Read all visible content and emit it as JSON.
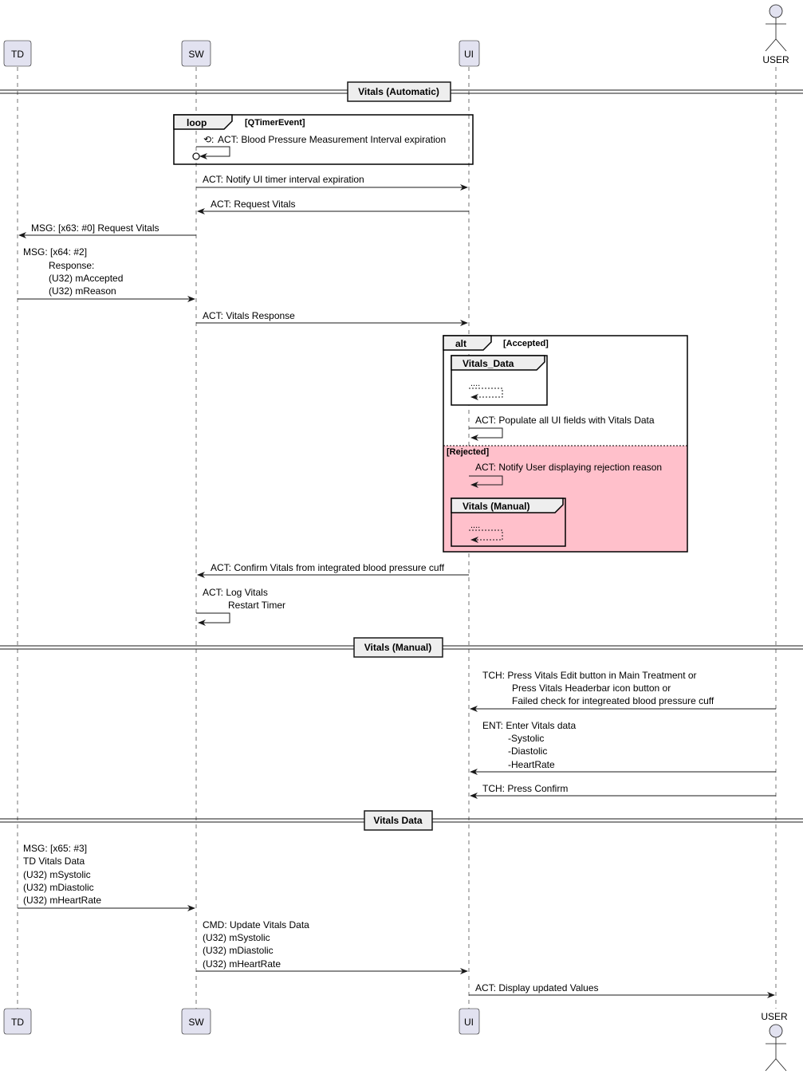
{
  "participants": {
    "td": "TD",
    "sw": "SW",
    "ui": "UI",
    "user": "USER"
  },
  "dividers": {
    "automatic": "Vitals (Automatic)",
    "manual": "Vitals (Manual)",
    "data": "Vitals Data"
  },
  "loop": {
    "keyword": "loop",
    "condition": "[QTimerEvent]",
    "message": "ACT: Blood Pressure Measurement Interval expiration"
  },
  "messages": {
    "m1": "ACT: Notify UI timer interval expiration",
    "m2": "ACT: Request Vitals",
    "m3": "MSG: [x63: #0] Request Vitals",
    "m4": [
      "MSG: [x64: #2]",
      "Response:",
      "(U32)  mAccepted",
      "(U32)  mReason"
    ],
    "m5": "ACT: Vitals Response",
    "m6": "ACT: Populate all UI fields with Vitals Data",
    "m7": "ACT: Notify User displaying rejection reason",
    "m8": "ACT: Confirm Vitals from integrated blood pressure cuff",
    "m9": [
      "ACT: Log Vitals",
      "Restart Timer"
    ],
    "m10": [
      "TCH: Press Vitals Edit button in Main Treatment   or",
      "Press Vitals Headerbar icon button            or",
      "Failed check for integreated blood pressure cuff"
    ],
    "m11": [
      "ENT: Enter Vitals data",
      "-Systolic",
      "-Diastolic",
      "-HeartRate"
    ],
    "m12": "TCH: Press Confirm",
    "m13": [
      "MSG: [x65: #3]",
      "TD Vitals Data",
      "(U32) mSystolic",
      "(U32) mDiastolic",
      "(U32) mHeartRate"
    ],
    "m14": [
      "CMD: Update Vitals Data",
      "(U32) mSystolic",
      "(U32) mDiastolic",
      "(U32) mHeartRate"
    ],
    "m15": "ACT: Display updated Values"
  },
  "alt": {
    "keyword": "alt",
    "accepted": "[Accepted]",
    "rejected": "[Rejected]",
    "ref_data": "Vitals_Data",
    "ref_manual": "Vitals (Manual)",
    "ellipsis": "...."
  },
  "colors": {
    "participant_fill": "#E2E2F0",
    "participant_border": "#181818",
    "rejected_fill": "#FFC0CB",
    "divider_fill": "#EEEEEE",
    "line": "#181818"
  }
}
